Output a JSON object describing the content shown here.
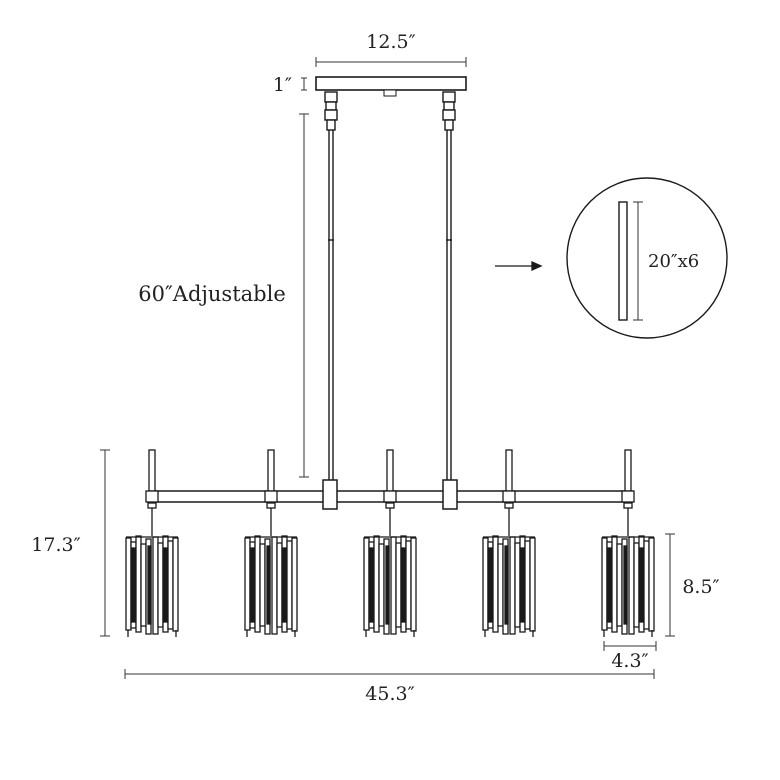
{
  "dimensions": {
    "canopy_width": "12.5″",
    "canopy_height": "1″",
    "rod_length": "60″Adjustable",
    "rod_detail": "20″x6",
    "overall_height": "17.3″",
    "shade_height": "8.5″",
    "shade_width": "4.3″",
    "overall_width": "45.3″"
  },
  "fixture": {
    "shade_count": 5,
    "line_color": "#1a1a1a",
    "dim_color": "#333333"
  }
}
